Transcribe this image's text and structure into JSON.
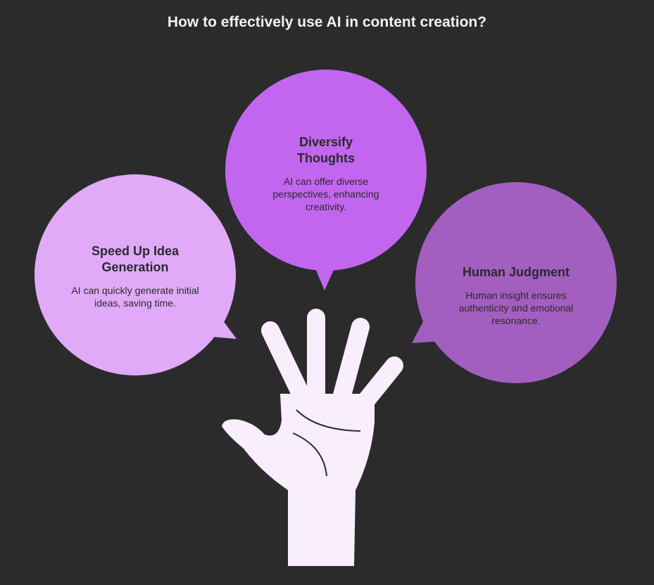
{
  "title": "How to effectively use AI in content creation?",
  "bubbles": [
    {
      "title": "Speed Up Idea Generation",
      "desc": "AI can quickly generate initial ideas, saving time.",
      "color": "#e0aaf9"
    },
    {
      "title": "Diversify Thoughts",
      "desc": "AI can offer diverse perspectives, enhancing creativity.",
      "color": "#c266ef"
    },
    {
      "title": "Human Judgment",
      "desc": "Human insight ensures authenticity and emotional resonance.",
      "color": "#a35fc0"
    }
  ],
  "hand_color": "#f8eefc"
}
